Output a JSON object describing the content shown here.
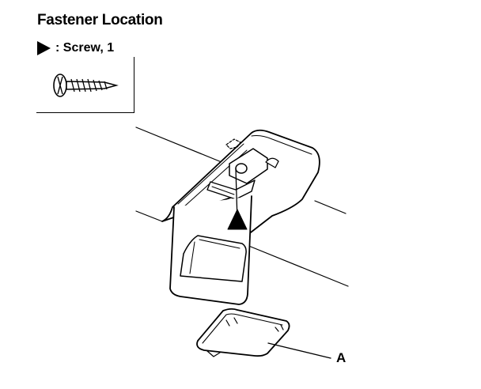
{
  "header": {
    "title": "Fastener Location"
  },
  "legend": {
    "symbol_icon": "filled-triangle-pointer",
    "label": ": Screw, 1",
    "fastener_icon": "pan-head-screw-icon"
  },
  "diagram": {
    "callouts": [
      {
        "label": "A"
      }
    ],
    "arrow_icon": "insertion-arrow-icon"
  }
}
